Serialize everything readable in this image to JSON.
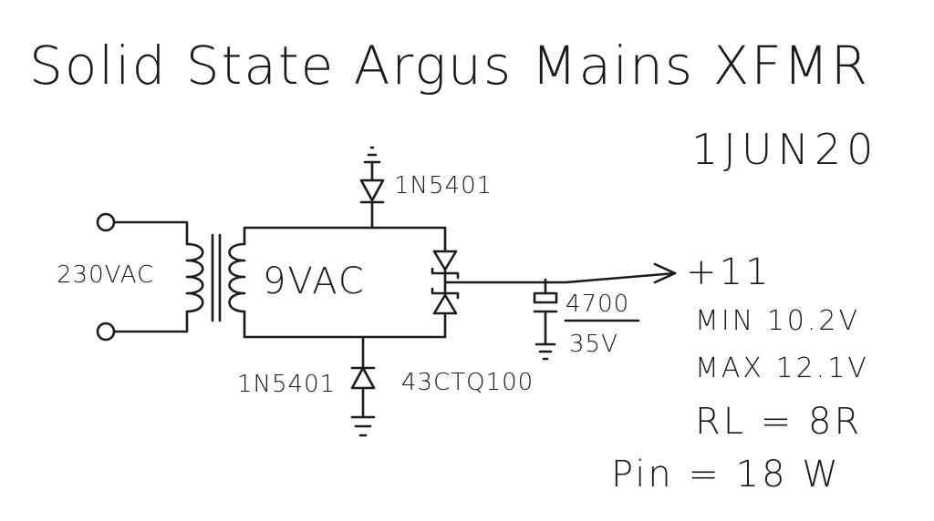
{
  "title": "Solid State Argus Mains XFMR",
  "date": "1JUN20",
  "labels": {
    "mains_voltage": "230VAC",
    "secondary_voltage": "9VAC",
    "diode_top": "1N5401",
    "diode_bottom": "1N5401",
    "rectifier": "43CTQ100",
    "cap_value": "4700",
    "cap_voltage": "35V",
    "output": "+11"
  },
  "specs": {
    "min": "MIN 10.2V",
    "max": "MAX 12.1V",
    "rl": "RL = 8R",
    "pin": "Pin = 18 W"
  }
}
